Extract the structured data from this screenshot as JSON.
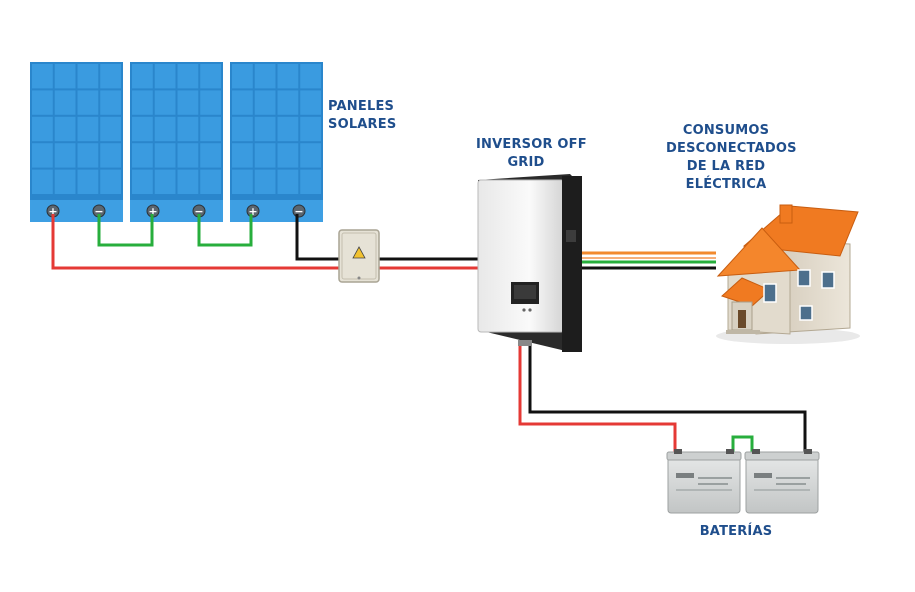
{
  "diagram": {
    "panels_label": [
      "PANELES",
      "SOLARES"
    ],
    "inverter_label": [
      "INVERSOR OFF",
      "GRID"
    ],
    "loads_label": [
      "CONSUMOS",
      "DESCONECTADOS",
      "DE LA RED",
      "ELÉCTRICA"
    ],
    "batteries_label": "BATERÍAS",
    "panel_count": 3,
    "battery_count": 2,
    "panel_terminals": [
      "+",
      "−",
      "+",
      "−",
      "+",
      "−"
    ],
    "colors": {
      "label": "#1f4e8c",
      "panel_cell": "#3a9be0",
      "panel_frame": "#2a86cc",
      "wire_positive": "#e53935",
      "wire_negative": "#111111",
      "wire_bridge": "#27ae3c",
      "wire_ac_orange": "#f28a2e",
      "roof": "#f07a21",
      "battery": "#d6d8d8"
    }
  }
}
